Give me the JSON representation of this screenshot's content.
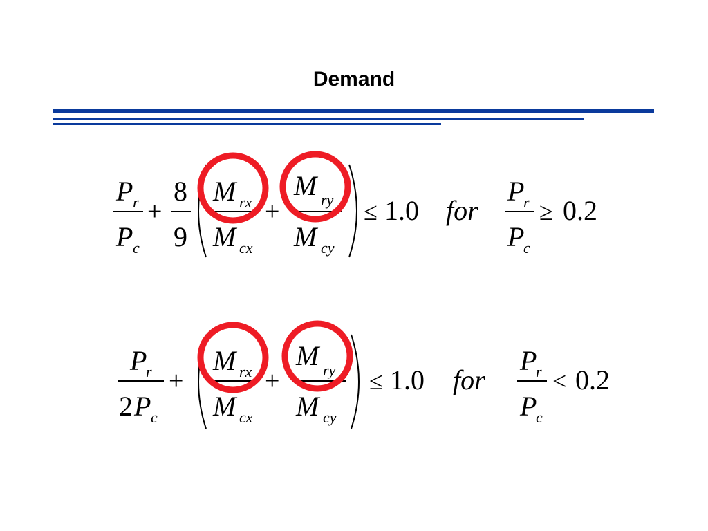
{
  "slide": {
    "title": "Demand",
    "rule_color": "#0a3a9c",
    "circle_color": "#ee1c25"
  },
  "equations": [
    {
      "lhs_first_term": {
        "num": "P",
        "num_sub": "r",
        "den": "P",
        "den_sub": "c"
      },
      "plus": "+",
      "coefficient": {
        "num": "8",
        "den": "9"
      },
      "moment_x": {
        "num": "M",
        "num_sub": "rx",
        "den": "M",
        "den_sub": "cx"
      },
      "moment_y": {
        "num": "M",
        "num_sub": "ry",
        "den": "M",
        "den_sub": "cy"
      },
      "relation": "≤",
      "limit": "1.0",
      "for_word": "for",
      "condition": {
        "num": "P",
        "num_sub": "r",
        "den": "P",
        "den_sub": "c",
        "relation": "≥",
        "value": "0.2"
      }
    },
    {
      "lhs_first_term": {
        "num": "P",
        "num_sub": "r",
        "den_prefix": "2",
        "den": "P",
        "den_sub": "c"
      },
      "plus": "+",
      "moment_x": {
        "num": "M",
        "num_sub": "rx",
        "den": "M",
        "den_sub": "cx"
      },
      "moment_y": {
        "num": "M",
        "num_sub": "ry",
        "den": "M",
        "den_sub": "cy"
      },
      "relation": "≤",
      "limit": "1.0",
      "for_word": "for",
      "condition": {
        "num": "P",
        "num_sub": "r",
        "den": "P",
        "den_sub": "c",
        "relation": "<",
        "value": "0.2"
      }
    }
  ]
}
